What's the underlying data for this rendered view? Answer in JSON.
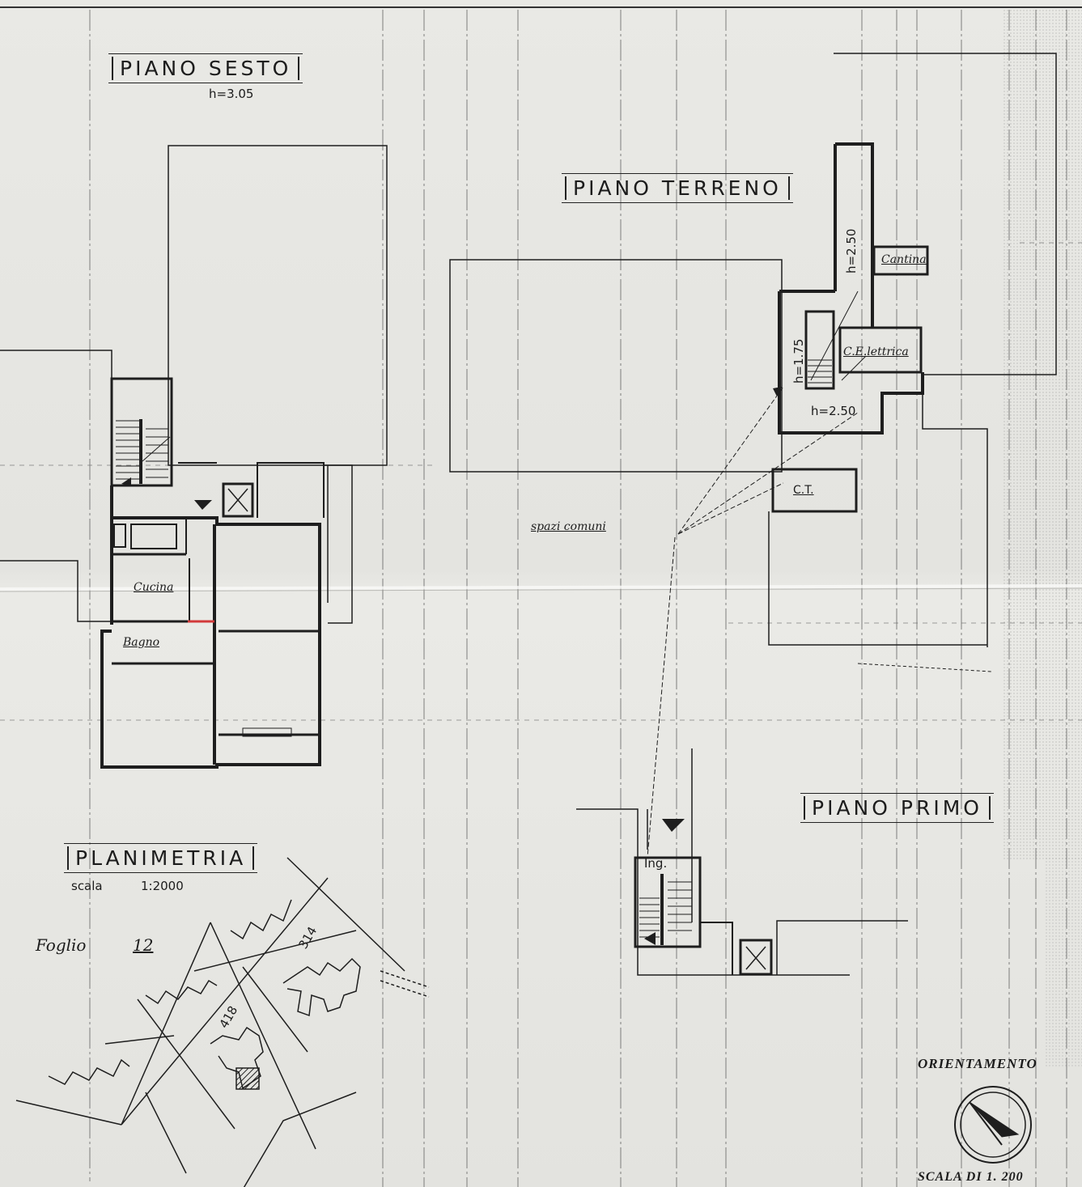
{
  "titles": {
    "piano_sesto": "PIANO SESTO",
    "piano_terreno": "PIANO TERRENO",
    "piano_primo": "PIANO PRIMO",
    "planimetria": "PLANIMETRIA"
  },
  "heights": {
    "sesto": "h=3.05",
    "terreno_a": "h=2.50",
    "terreno_b": "h=1.75",
    "terreno_c": "h=2.50"
  },
  "rooms": {
    "cucina": "Cucina",
    "bagno": "Bagno",
    "cantina": "Cantina",
    "centrale_elettrica": "C.E.lettrica",
    "ct": "C.T.",
    "ingresso": "Ing.",
    "spazi_comuni": "spazi comuni"
  },
  "planimetria": {
    "scala": "scala",
    "scala_value": "1:2000",
    "foglio": "Foglio",
    "foglio_value": "12",
    "parcel_a": "314",
    "parcel_b": "418"
  },
  "orientamento": "ORIENTAMENTO",
  "scale_note": "SCALA DI 1. 200"
}
